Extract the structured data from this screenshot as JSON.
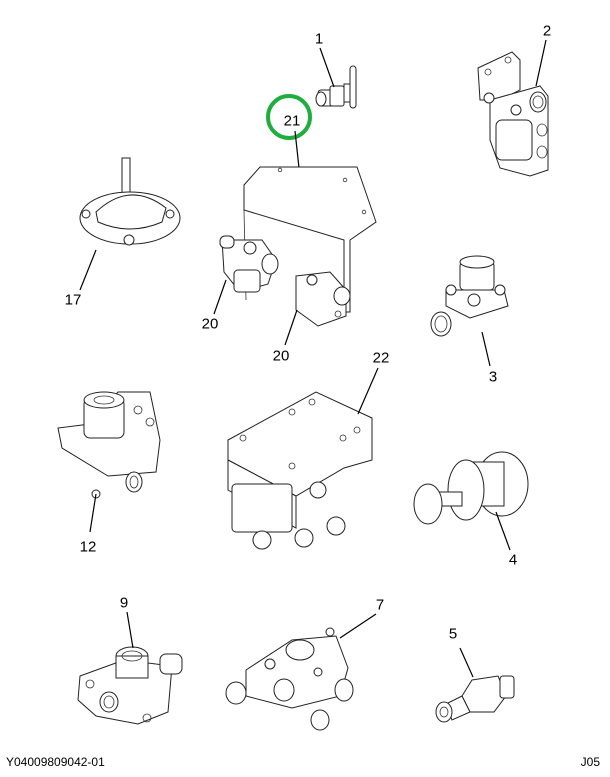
{
  "diagram": {
    "highlight_color": "#1fae3c",
    "highlighted_callout": "21",
    "callouts": [
      {
        "id": "1",
        "label": "1",
        "part": "fitting-tee"
      },
      {
        "id": "2",
        "label": "2",
        "part": "relay-valve-bracket"
      },
      {
        "id": "21",
        "label": "21",
        "part": "mounting-bracket"
      },
      {
        "id": "17",
        "label": "17",
        "part": "diaphragm-valve"
      },
      {
        "id": "20a",
        "label": "20",
        "part": "valve-left"
      },
      {
        "id": "20b",
        "label": "20",
        "part": "valve-right"
      },
      {
        "id": "3",
        "label": "3",
        "part": "check-valve"
      },
      {
        "id": "22",
        "label": "22",
        "part": "abs-modulator-valve"
      },
      {
        "id": "12",
        "label": "12",
        "part": "flanged-valve"
      },
      {
        "id": "4",
        "label": "4",
        "part": "push-button-valve"
      },
      {
        "id": "9",
        "label": "9",
        "part": "flange-fitting"
      },
      {
        "id": "7",
        "label": "7",
        "part": "relay-valve"
      },
      {
        "id": "5",
        "label": "5",
        "part": "adapter-fitting"
      }
    ]
  },
  "footer": {
    "image_code": "Y04009809042-01",
    "page_code": "J05"
  }
}
